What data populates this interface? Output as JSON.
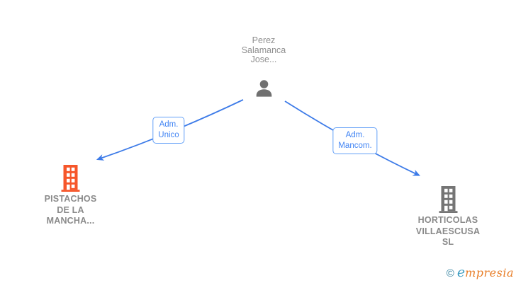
{
  "person": {
    "name_lines": [
      "Perez",
      "Salamanca",
      "Jose..."
    ]
  },
  "edges": [
    {
      "id": "adm-unico",
      "label_lines": [
        "Adm.",
        "Unico"
      ]
    },
    {
      "id": "adm-mancom",
      "label_lines": [
        "Adm.",
        "Mancom."
      ]
    }
  ],
  "companies": [
    {
      "id": "pistachos-de-la-mancha",
      "name_lines": [
        "PISTACHOS",
        "DE LA",
        "MANCHA..."
      ],
      "icon_color": "#f6562a"
    },
    {
      "id": "horticolas-villaescusa",
      "name_lines": [
        "HORTICOLAS",
        "VILLAESCUSA",
        "SL"
      ],
      "icon_color": "#757575"
    }
  ],
  "footer": {
    "copyright_symbol": "©",
    "brand_first_letter": "e",
    "brand_rest": "mpresia"
  },
  "colors": {
    "edge_blue": "#3d7be8",
    "label_text_blue": "#4285f4",
    "label_border_blue": "#63a0f7",
    "node_text_gray": "#8a8a8a",
    "person_icon_gray": "#707070",
    "copyright_teal": "#2e7f9e",
    "brand_e_blue": "#3f9ec2",
    "brand_orange": "#e87e28"
  }
}
